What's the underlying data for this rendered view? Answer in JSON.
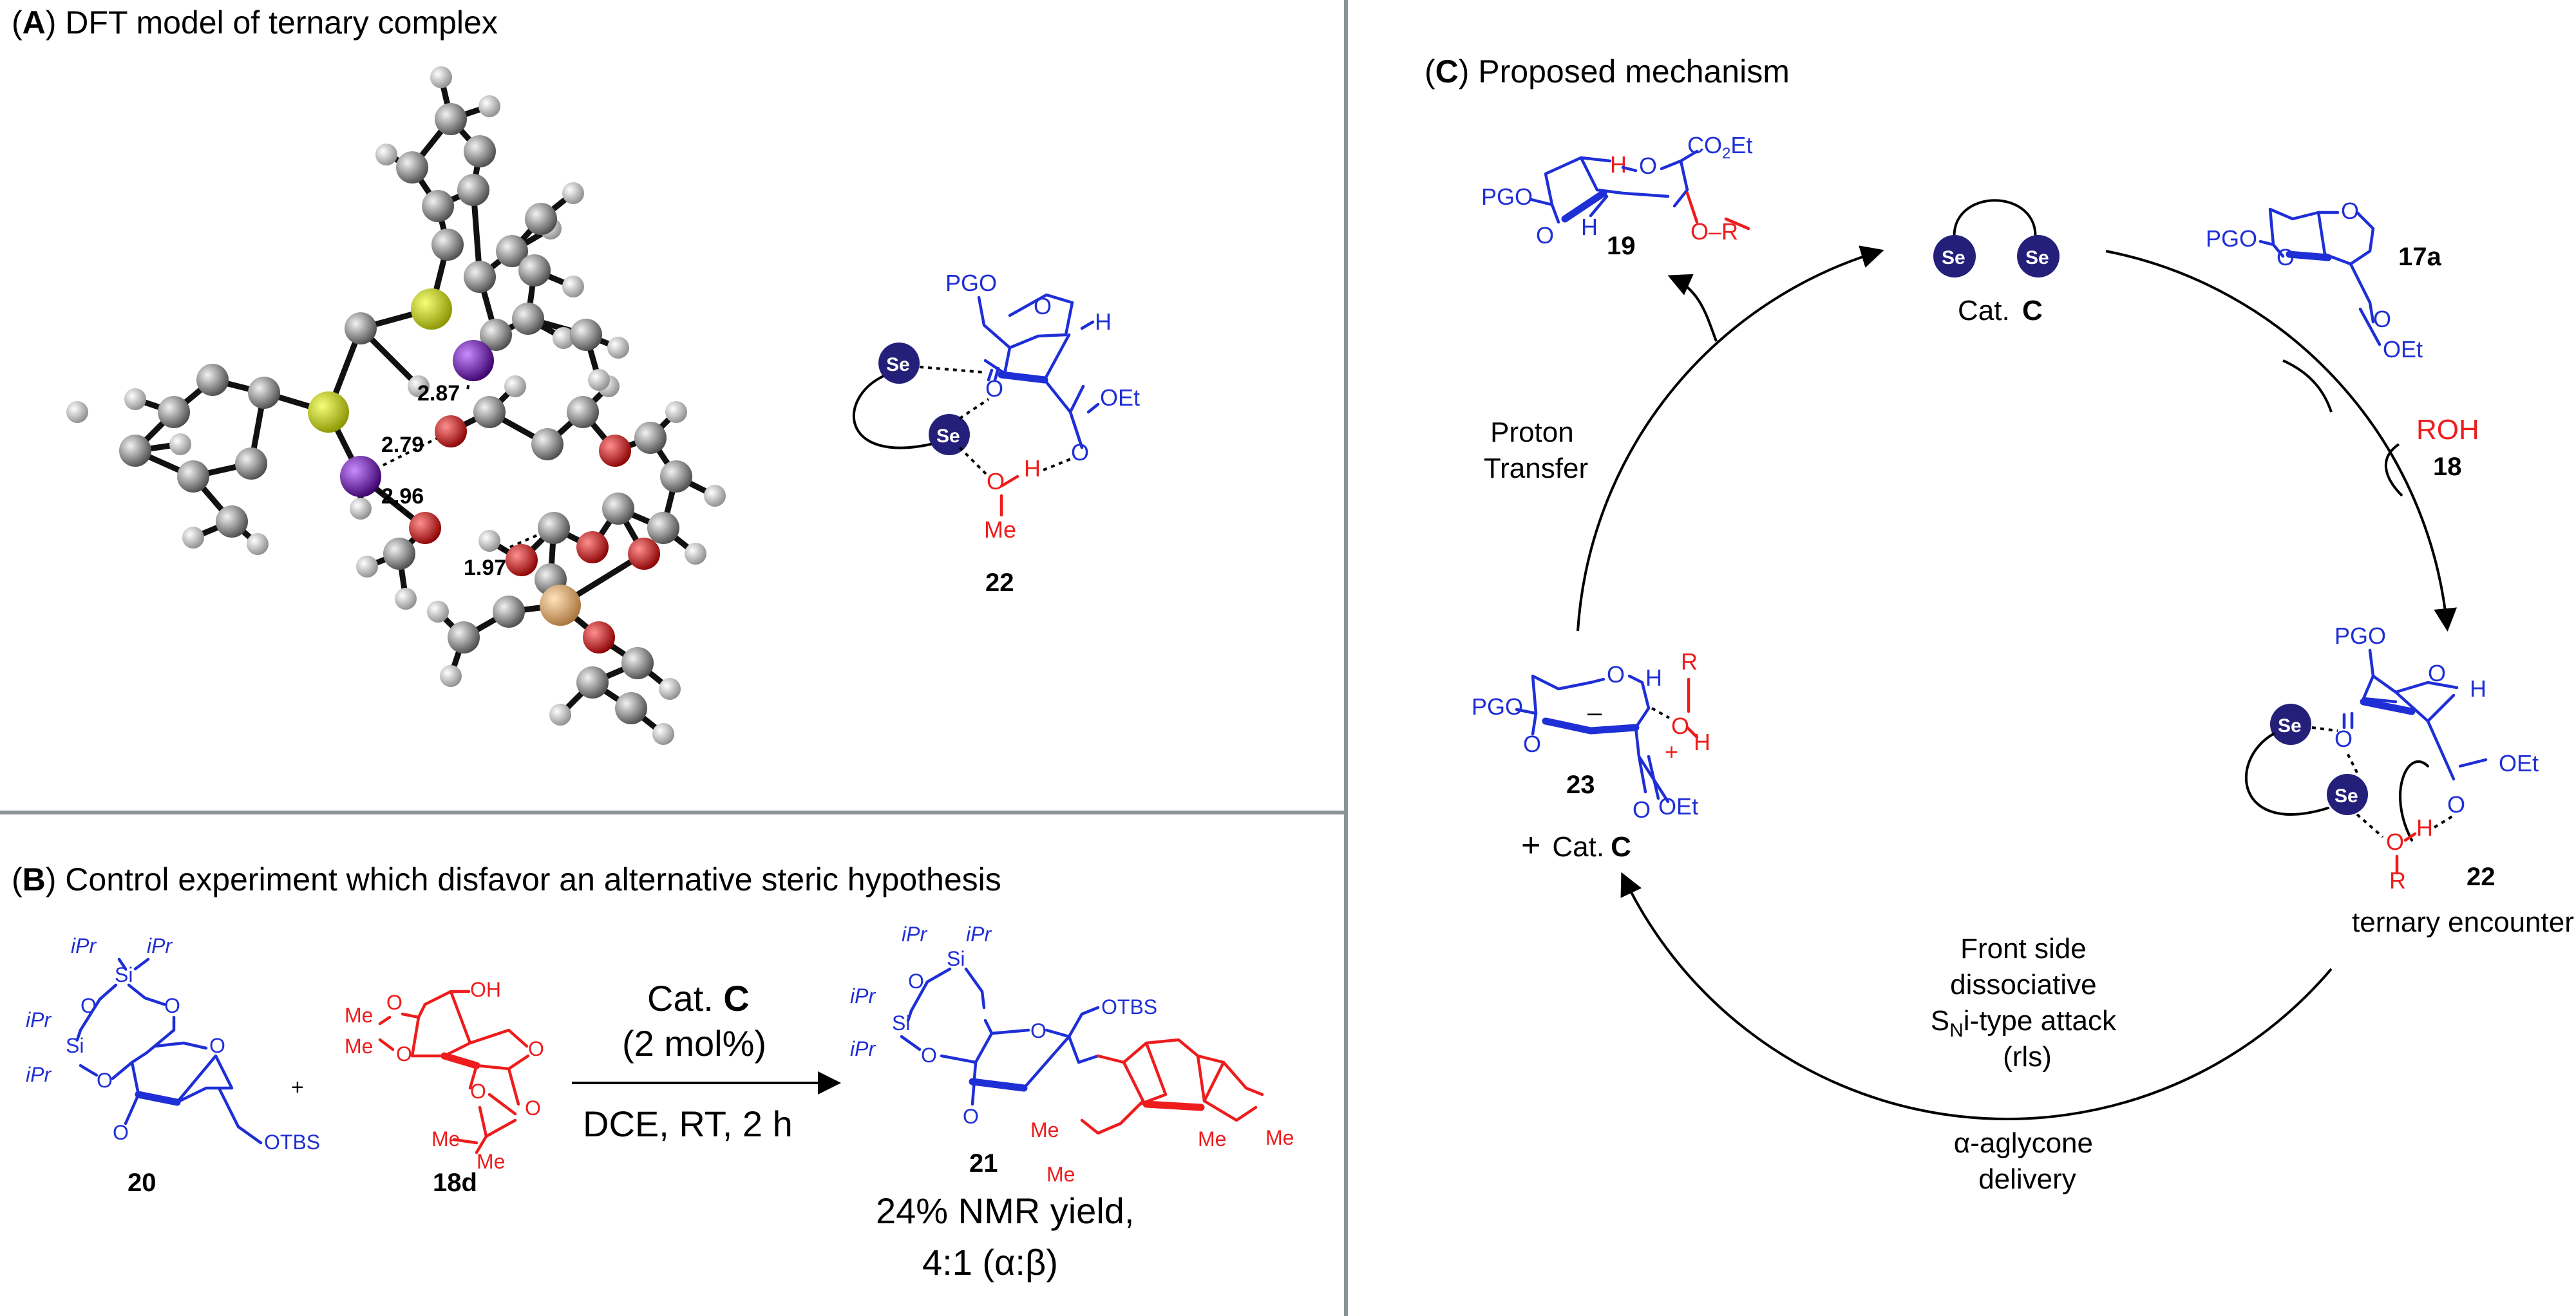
{
  "panelA": {
    "title_letter": "A",
    "title_rest": ") DFT model of ternary complex",
    "distances": [
      "2.87",
      "2.79",
      "2.96",
      "1.97"
    ],
    "complex22": {
      "pgo": "PGO",
      "se1": "Se",
      "se2": "Se",
      "o1": "O",
      "o2": "O",
      "o3": "O",
      "h_ring": "H",
      "h_bond": "H",
      "co2et_o": "O",
      "oet": "OEt",
      "me": "Me",
      "label": "22"
    }
  },
  "panelB": {
    "title_letter": "B",
    "title_rest": ") Control experiment which disfavor an alternative steric hypothesis",
    "plus": "+",
    "reagent_cat": "Cat.",
    "reagent_cat_letter": "C",
    "reagent_loading": "(2 mol%)",
    "conditions": "DCE, RT, 2 h",
    "yield_line1": "24% NMR yield,",
    "yield_line2": "4:1 (α:β)",
    "cmpd20": {
      "label": "20",
      "ipr1": "iPr",
      "ipr2": "iPr",
      "ipr3": "iPr",
      "ipr4": "iPr",
      "si1": "Si",
      "si2": "Si",
      "o1": "O",
      "o2": "O",
      "o3": "O",
      "o4": "O",
      "o_ring": "O",
      "ketone_o": "O",
      "otbs": "OTBS"
    },
    "cmpd18d": {
      "label": "18d",
      "me1": "Me",
      "me2": "Me",
      "me3": "Me",
      "me4": "Me",
      "oh": "OH",
      "o1": "O",
      "o2": "O",
      "o3": "O",
      "o4": "O",
      "o5": "O"
    },
    "cmpd21": {
      "label": "21",
      "ipr1": "iPr",
      "ipr2": "iPr",
      "ipr3": "iPr",
      "ipr4": "iPr",
      "si1": "Si",
      "si2": "Si",
      "o1": "O",
      "o2": "O",
      "o_ring": "O",
      "otbs": "OTBS",
      "ketone_o": "O",
      "me1": "Me",
      "me2": "Me",
      "me3": "Me",
      "me4": "Me"
    }
  },
  "panelC": {
    "title_letter": "C",
    "title_rest": ") Proposed mechanism",
    "catalyst": {
      "se1": "Se",
      "se2": "Se",
      "label": "Cat.",
      "label_letter": "C"
    },
    "cmpd19": {
      "pgo": "PGO",
      "h1": "H",
      "h2": "H",
      "o_ring": "O",
      "co2": "CO",
      "co2_sub": "2",
      "co2_et": "Et",
      "oR": "O–R",
      "ketone_o": "O",
      "label": "19"
    },
    "cmpd17a": {
      "pgo": "PGO",
      "o_ring": "O",
      "ketone_o": "O",
      "co2_o": "O",
      "oet": "OEt",
      "label": "17a"
    },
    "roh": {
      "text": "ROH",
      "label": "18"
    },
    "cmpd22": {
      "pgo": "PGO",
      "se1": "Se",
      "se2": "Se",
      "h": "H",
      "o1": "O",
      "o2": "O",
      "oet": "OEt",
      "o3": "O",
      "h2": "H",
      "r": "R",
      "label": "22",
      "caption": "ternary encounter complex"
    },
    "cmpd23": {
      "pgo": "PGO",
      "minus": "–",
      "o_ring": "O",
      "h": "H",
      "r": "R",
      "o_plus": "O",
      "plus": "+",
      "h2": "H",
      "ketone_o": "O",
      "co2_o": "O",
      "oet": "OEt",
      "label": "23"
    },
    "plus_cat": {
      "plus": "+",
      "cat": "Cat.",
      "letter": "C"
    },
    "proton_transfer": [
      "Proton",
      "Transfer"
    ],
    "attack": {
      "line1": "Front side",
      "line2": "dissociative",
      "s": "S",
      "n": "N",
      "rest": "i-type attack",
      "line4": "(rls)"
    },
    "delivery": [
      "α-aglycone",
      "delivery"
    ]
  }
}
